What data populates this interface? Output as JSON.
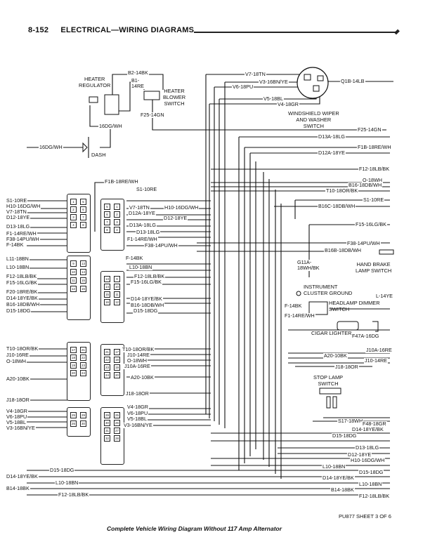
{
  "header": {
    "page_number": "8-152",
    "section_title": "ELECTRICAL—WIRING DIAGRAMS"
  },
  "components": {
    "heater_regulator": "HEATER\nREGULATOR",
    "heater_blower_switch": "HEATER\nBLOWER\nSWITCH",
    "dash": "DASH",
    "windshield_wiper_switch": "WINDSHIELD WIPER\nAND WASHER\nSWITCH",
    "hand_brake_lamp_switch": "HAND BRAKE\nLAMP SWITCH",
    "instrument_cluster_ground": "INSTRUMENT\nCLUSTER GROUND",
    "headlamp_dimmer_switch": "HEADLAMP DIMMER\nSWITCH",
    "cigar_lighter": "CIGAR LIGHTER",
    "stop_lamp_switch": "STOP LAMP\nSWITCH"
  },
  "wire_labels": {
    "heater": [
      "B2-14BK",
      "B1-\n14RE",
      "F25-14GN",
      "16DG/WH",
      "16DG/WH"
    ],
    "wiper": [
      "V7-18TN",
      "V3-16BN/YE",
      "V6-18PU",
      "V5-18BL",
      "V4-18GR",
      "Q1B-14LB",
      "F25-14GN"
    ],
    "right_side": [
      "D13A-18LG",
      "F1B-18RE/WH",
      "D12A-18YE",
      "F12-18LB/BK",
      "O-18WH",
      "B16-18DB/WH",
      "T10-18OR/BK",
      "S1-10RE",
      "B16C-18DB/WH",
      "F15-16LG/BK",
      "F38-14PU/WH",
      "B16B-18DB/WH",
      "G11A-\n18WH/BK",
      "L-14YE",
      "F-14BK",
      "F1-14RE/WH",
      "F47A-16DG",
      "J10A-16RE",
      "A20-10BK",
      "J10-14RE",
      "J18-18OR",
      "S17-18WH",
      "F48-18GR",
      "D14-18YE/BK",
      "D15-18DG",
      "D13-18LG",
      "D12-18YE",
      "H10-16DG/WH",
      "L10-18BN",
      "D15-18DG",
      "D14-18YE/BK",
      "L10-18BN",
      "B14-18BK",
      "F12-18LB/BK"
    ],
    "center_connector_a": [
      "F1B-18RE/WH",
      "S1-10RE",
      "V7-18TN",
      "H10-16DG/WH",
      "D12A-18YE",
      "D12-18YE",
      "D13A-18LG",
      "D13-18LG",
      "F1-14RE/WH",
      "F38-14PU/WH",
      "F-14BK"
    ],
    "center_connector_b": [
      "L10-18BN",
      "F12-18LB/BK",
      "F15-16LG/BK",
      "D14-18YE/BK",
      "B16-18DB/WH",
      "D15-18DG"
    ],
    "center_connector_c": [
      "T10-18OR/BK",
      "J10-14RE",
      "O-18WH",
      "J10A-16RE",
      "A20-10BK",
      "J18-18OR"
    ],
    "center_connector_d": [
      "V4-18GR",
      "V6-18PU",
      "V5-18BL",
      "V3-16BN/YE"
    ],
    "left_connector_a": [
      "S1-10RE",
      "H10-16DG/WH",
      "V7-18TN",
      "D12-18YE",
      "D13-18LG",
      "F1-14RE/WH",
      "F38-14PU/WH",
      "F-14BK"
    ],
    "left_connector_b": [
      "L11-18BN",
      "L10-18BN",
      "F12-18LB/BK",
      "F15-16LG/BK",
      "F20-18RE/BK",
      "D14-18YE/BK",
      "B16-18DB/WH",
      "D15-18DG"
    ],
    "left_connector_c": [
      "T10-18OR/BK",
      "J10-16RE",
      "O-18WH",
      "A20-10BK",
      "J18-18OR"
    ],
    "left_connector_d": [
      "V4-18GR",
      "V6-18PU",
      "V5-18BL",
      "V3-16BN/YE"
    ],
    "bottom_left": [
      "D15-18DG",
      "D14-18YE/BK",
      "L10-18BN",
      "B14-18BK",
      "F12-18LB/BK"
    ]
  },
  "pins": {
    "left_a": [
      "1",
      "5",
      "2",
      "6",
      "3",
      "7",
      "4",
      "8"
    ],
    "left_b": [
      "9",
      "13",
      "10",
      "14",
      "11",
      "15",
      "12",
      "16"
    ],
    "left_c": [
      "17",
      "21",
      "18",
      "22",
      "19",
      "23",
      "20",
      "24"
    ],
    "left_d": [
      "25",
      "29",
      "26",
      "30"
    ],
    "center_a": [
      "5",
      "1",
      "6",
      "2",
      "7",
      "3",
      "8",
      "4"
    ],
    "center_b": [
      "13",
      "9",
      "14",
      "10",
      "15",
      "11",
      "16",
      "12"
    ],
    "center_c": [
      "21",
      "17",
      "22",
      "18",
      "23",
      "19",
      "24",
      "20"
    ],
    "center_d": [
      "29",
      "25",
      "30",
      "26",
      "31",
      "27",
      "32",
      "28"
    ]
  },
  "footer": {
    "sheet_ref": "PU877 SHEET 3 OF 6",
    "caption": "Complete Vehicle Wiring Diagram Without 117 Amp Alternator"
  }
}
